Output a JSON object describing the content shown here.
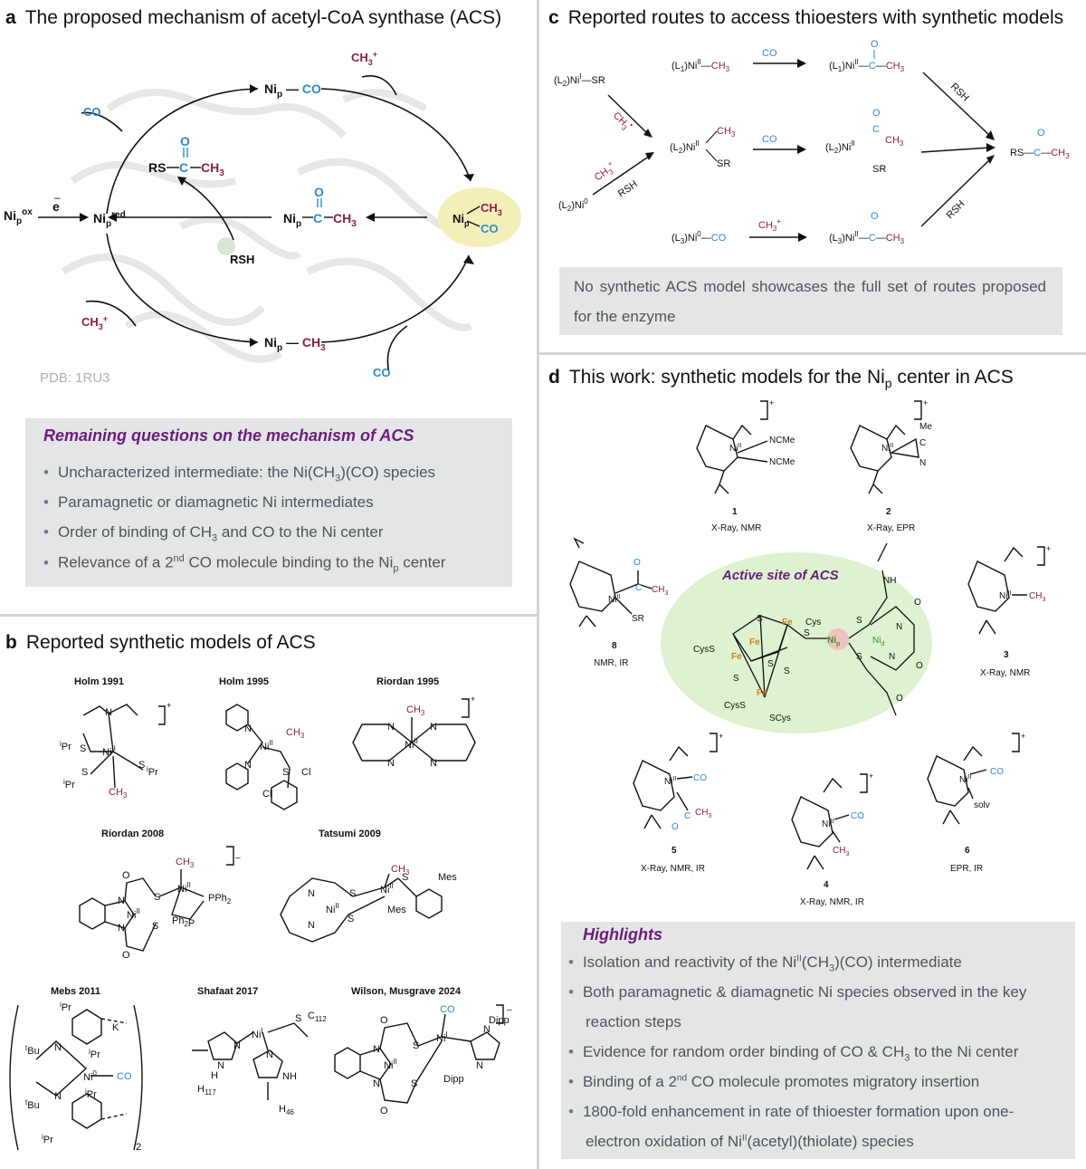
{
  "panel_a": {
    "letter": "a",
    "title": "The proposed mechanism of acetyl-CoA synthase (ACS)",
    "pdb": "PDB: 1RU3",
    "labels": {
      "nip_ox": "Ni",
      "nip_ox_sub": "p",
      "nip_ox_sup": "ox",
      "e_minus": "e",
      "nip_red": "Ni",
      "nip_red_sub": "p",
      "nip_red_sup": "red",
      "nip_co": "Ni",
      "nip_co_sub": "p",
      "co": "CO",
      "ch3_plus": "CH",
      "rs": "RS",
      "ch3": "CH",
      "o": "O",
      "c": "C",
      "rsh": "RSH",
      "ni_ch3": "CH",
      "h3": "3"
    },
    "questions_title": "Remaining questions on the mechanism of ACS",
    "questions": [
      "Uncharacterized intermediate: the Ni(CH3)(CO) species",
      "Paramagnetic or diamagnetic Ni intermediates",
      "Order of binding of CH3 and CO to the Ni center",
      "Relevance of a 2nd CO molecule binding to the Nip center"
    ]
  },
  "panel_b": {
    "letter": "b",
    "title": "Reported synthetic models of ACS",
    "models": [
      "Holm 1991",
      "Holm 1995",
      "Riordan 1995",
      "Riordan 2008",
      "Tatsumi 2009",
      "Mebs 2011",
      "Shafaat 2017",
      "Wilson, Musgrave 2024"
    ]
  },
  "panel_c": {
    "letter": "c",
    "title": "Reported routes to access thioesters with synthetic models",
    "box_text": "No synthetic ACS model showcases the full set of routes proposed for the enzyme",
    "labels": {
      "l2_ni_sr": "(L2)NiI—SR",
      "l1": "(L1)NiII—CH3",
      "l2": "(L2)NiII",
      "l3": "(L3)Ni0—CO",
      "l2ni0": "(L2)Ni0",
      "rsh": "RSH",
      "co": "CO",
      "ch3p": "CH3+",
      "sr": "SR",
      "product": "RS—C—CH3"
    }
  },
  "panel_d": {
    "letter": "d",
    "title": "This work: synthetic models for the Nip center in ACS",
    "active_site": "Active site of ACS",
    "compounds": [
      {
        "num": "1",
        "methods": "X-Ray, NMR"
      },
      {
        "num": "2",
        "methods": "X-Ray, EPR"
      },
      {
        "num": "8",
        "methods": "NMR, IR"
      },
      {
        "num": "3",
        "methods": "X-Ray, NMR"
      },
      {
        "num": "5",
        "methods": "X-Ray, NMR, IR"
      },
      {
        "num": "4",
        "methods": "X-Ray, NMR, IR"
      },
      {
        "num": "6",
        "methods": "EPR, IR"
      }
    ],
    "highlights_title": "Highlights",
    "highlights": [
      "Isolation and reactivity of the NiII(CH3)(CO) intermediate",
      "Both paramagnetic & diamagnetic Ni species observed in the key",
      "reaction steps",
      "Evidence for random order binding of CO & CH3 to the Ni center",
      "Binding of a 2nd CO molecule promotes migratory insertion",
      "1800-fold enhancement in rate of thioester formation upon one-",
      "electron oxidation of NiII(acetyl)(thiolate) species"
    ]
  },
  "colors": {
    "purple": "#6b1c7d",
    "blue": "#2a8cc8",
    "maroon": "#8a1f4a",
    "box": "#e4e6e6",
    "highlight_yellow": "#f4efb8",
    "active_green": "#d8efc8"
  }
}
